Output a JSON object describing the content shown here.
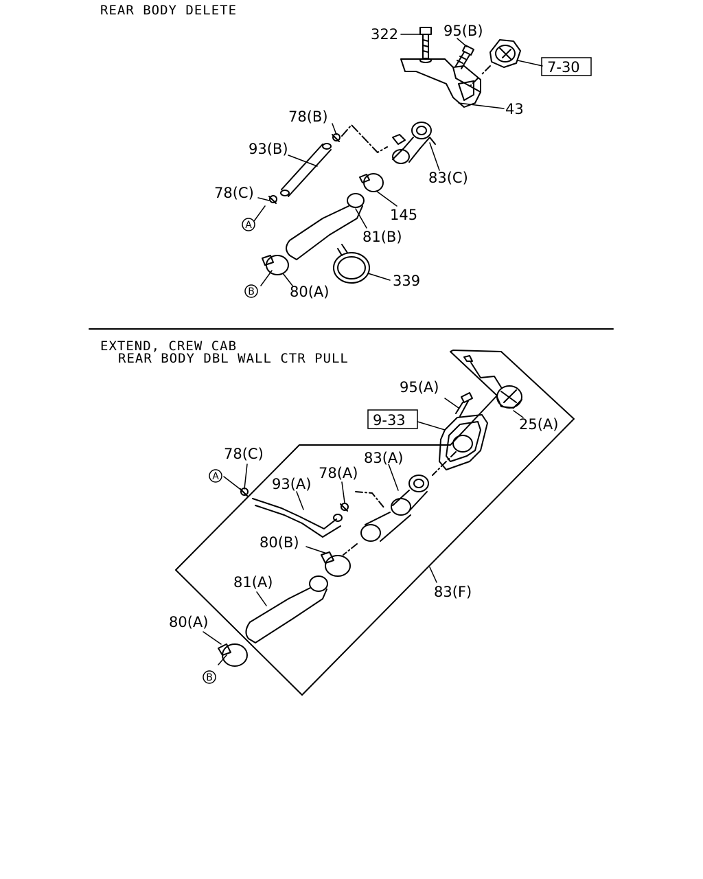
{
  "sections": [
    {
      "title": "REAR BODY DELETE"
    },
    {
      "title_line1": "EXTEND, CREW CAB",
      "title_line2": "REAR BODY DBL WALL CTR PULL"
    }
  ],
  "labels": {
    "l322": "322",
    "l95b": "95(B)",
    "l730": "7-30",
    "l43": "43",
    "l78b": "78(B)",
    "l93b": "93(B)",
    "l83c": "83(C)",
    "l78c_top": "78(C)",
    "l145": "145",
    "l81b": "81(B)",
    "l80a_top": "80(A)",
    "l339": "339",
    "l95a": "95(A)",
    "l933": "9-33",
    "l25a": "25(A)",
    "l78c_bot": "78(C)",
    "l83a": "83(A)",
    "l93a": "93(A)",
    "l78a": "78(A)",
    "l80b": "80(B)",
    "l81a": "81(A)",
    "l83f": "83(F)",
    "l80a_bot": "80(A)"
  },
  "markers": {
    "a": "A",
    "b": "B"
  }
}
